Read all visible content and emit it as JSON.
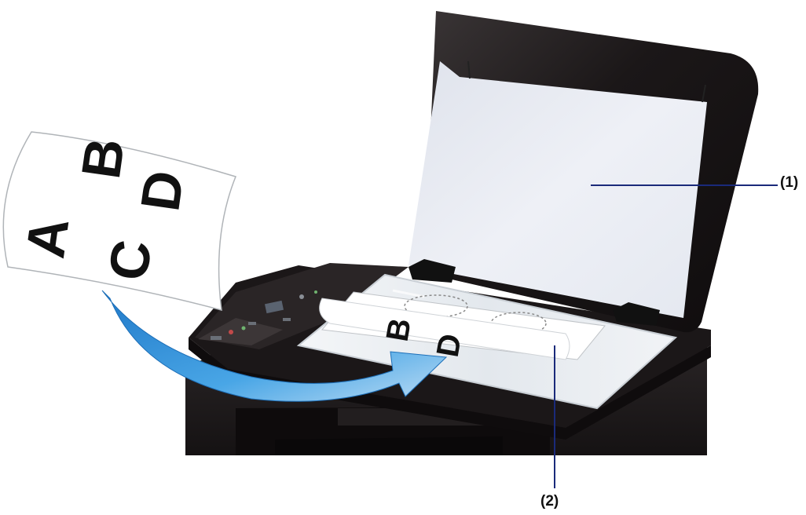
{
  "callouts": [
    {
      "id": "1",
      "text": "(1)"
    },
    {
      "id": "2",
      "text": "(2)"
    }
  ],
  "document_letters": [
    "A",
    "B",
    "C",
    "D"
  ],
  "colors": {
    "printer_body": "#1e1a1b",
    "document_cover": "#1b1718",
    "cover_pad": "#e9ecf3",
    "platen_glass": "#e9eef2",
    "arrow": "#2f8fd6",
    "callout_line": "#1a2a7a",
    "paper": "#ffffff"
  },
  "icons": [
    "curved-arrow-icon"
  ]
}
